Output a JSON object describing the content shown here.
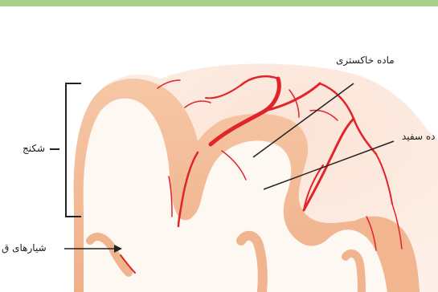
{
  "labels": {
    "gray_matter": "ماده خاکستری",
    "white_matter": "ده سفید",
    "gyrus": "شکنج",
    "sulci": "شیارهای ق"
  },
  "colors": {
    "header_bar": "#a8d08d",
    "cortex": "#f2b892",
    "white_matter": "#fdf6ef",
    "vessels": "#e0242a",
    "outline": "#222222"
  }
}
